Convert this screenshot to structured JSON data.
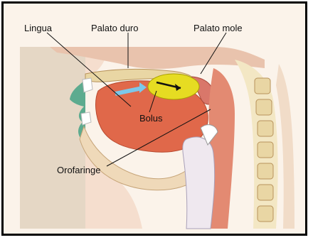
{
  "figure": {
    "labels": {
      "lingua": "Lingua",
      "palato_duro": "Palato duro",
      "palato_mole": "Palato mole",
      "bolus": "Bolus",
      "orofaringe": "Orofaringe"
    },
    "colors": {
      "background": "#fbf3ea",
      "face_panel": "#5dab8f",
      "muscle": "#e0684a",
      "bolus": "#e6dc22",
      "bone": "#e9d6a4",
      "arrow_air": "#7cc8ea"
    }
  }
}
